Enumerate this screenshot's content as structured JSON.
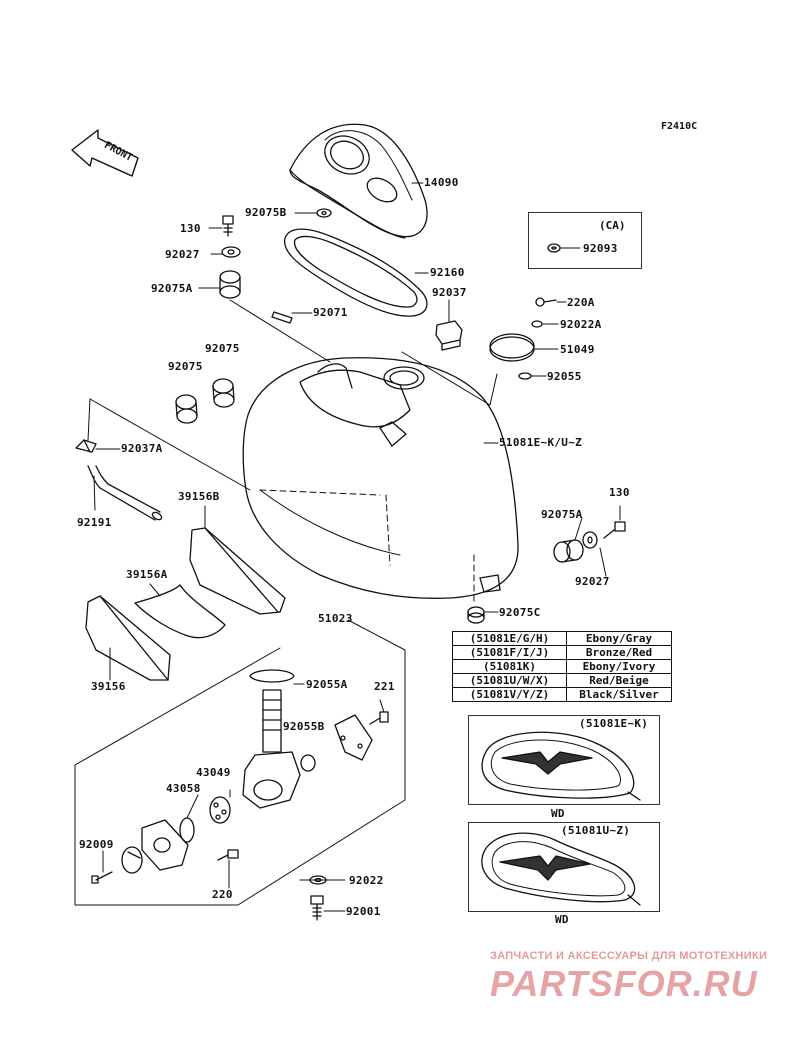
{
  "figure_code": "F2410C",
  "front_marker": "FRONT",
  "parts": [
    {
      "id": "p14090",
      "label": "14090"
    },
    {
      "id": "p92075B",
      "label": "92075B"
    },
    {
      "id": "p130a",
      "label": "130"
    },
    {
      "id": "p92027a",
      "label": "92027"
    },
    {
      "id": "p92075Aa",
      "label": "92075A"
    },
    {
      "id": "p92160",
      "label": "92160"
    },
    {
      "id": "p92037",
      "label": "92037"
    },
    {
      "id": "p92071",
      "label": "92071"
    },
    {
      "id": "p220A",
      "label": "220A"
    },
    {
      "id": "p92022A",
      "label": "92022A"
    },
    {
      "id": "p51049",
      "label": "51049"
    },
    {
      "id": "p92075x",
      "label": "92075"
    },
    {
      "id": "p92075y",
      "label": "92075"
    },
    {
      "id": "p92055",
      "label": "92055"
    },
    {
      "id": "p92037A",
      "label": "92037A"
    },
    {
      "id": "p51081",
      "label": "51081E~K/U~Z"
    },
    {
      "id": "p130b",
      "label": "130"
    },
    {
      "id": "p39156B",
      "label": "39156B"
    },
    {
      "id": "p92191",
      "label": "92191"
    },
    {
      "id": "p92075Ab",
      "label": "92075A"
    },
    {
      "id": "p92027b",
      "label": "92027"
    },
    {
      "id": "p39156A",
      "label": "39156A"
    },
    {
      "id": "p92075C",
      "label": "92075C"
    },
    {
      "id": "p51023",
      "label": "51023"
    },
    {
      "id": "p39156",
      "label": "39156"
    },
    {
      "id": "p92055A",
      "label": "92055A"
    },
    {
      "id": "p221",
      "label": "221"
    },
    {
      "id": "p92055B",
      "label": "92055B"
    },
    {
      "id": "p43049",
      "label": "43049"
    },
    {
      "id": "p43058",
      "label": "43058"
    },
    {
      "id": "p92009",
      "label": "92009"
    },
    {
      "id": "p92022",
      "label": "92022"
    },
    {
      "id": "p220",
      "label": "220"
    },
    {
      "id": "p92001",
      "label": "92001"
    }
  ],
  "ca_box": {
    "title": "(CA)",
    "part": "92093"
  },
  "color_table": [
    {
      "code": "(51081E/G/H)",
      "color": "Ebony/Gray"
    },
    {
      "code": "(51081F/I/J)",
      "color": "Bronze/Red"
    },
    {
      "code": "(51081K)",
      "color": "Ebony/Ivory"
    },
    {
      "code": "(51081U/W/X)",
      "color": "Red/Beige"
    },
    {
      "code": "(51081V/Y/Z)",
      "color": "Black/Silver"
    }
  ],
  "variants": [
    {
      "label": "(51081E~K)",
      "caption": "WD"
    },
    {
      "label": "(51081U~Z)",
      "caption": "WD"
    }
  ],
  "watermark": {
    "tagline": "ЗАПЧАСТИ И АКСЕССУАРЫ ДЛЯ МОТОТЕХНИКИ",
    "brand": "PARTSFOR.RU",
    "colors": {
      "text": "#e6a3a3"
    }
  }
}
